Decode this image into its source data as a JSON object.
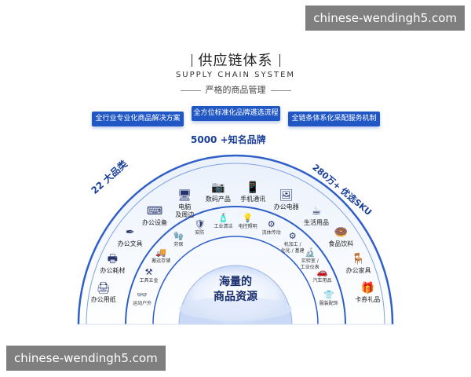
{
  "watermark": {
    "top": "chinese-wendingh5.com",
    "bottom": "chinese-wendingh5.com"
  },
  "header": {
    "title": "供应链体系",
    "title_en": "SUPPLY CHAIN SYSTEM",
    "subtitle": "严格的商品管理"
  },
  "pills": [
    "全行业专业化商品解决方案",
    "全方位标准化品牌遴选流程",
    "全链条体系化采配服务机制"
  ],
  "arc_labels": {
    "brands": "5000 +知名品牌",
    "categories": "22 大品类",
    "sku": "280万+ 优选SKU"
  },
  "outer_items": [
    {
      "label": "办公用纸",
      "icon": "copier-icon",
      "glyph": "🖨"
    },
    {
      "label": "办公耗材",
      "icon": "printer-icon",
      "glyph": "🖶"
    },
    {
      "label": "办公文具",
      "icon": "pen-icon",
      "glyph": "✒"
    },
    {
      "label": "办公设备",
      "icon": "equipment-icon",
      "glyph": "⌨"
    },
    {
      "label": "电脑\n及周边",
      "icon": "computer-icon",
      "glyph": "🖥"
    },
    {
      "label": "数码产品",
      "icon": "camera-icon",
      "glyph": "📷"
    },
    {
      "label": "手机通讯",
      "icon": "phone-icon",
      "glyph": "📱"
    },
    {
      "label": "办公电器",
      "icon": "appliance-icon",
      "glyph": "🖼"
    },
    {
      "label": "生活用品",
      "icon": "cup-icon",
      "glyph": "☕"
    },
    {
      "label": "食品饮料",
      "icon": "food-icon",
      "glyph": "🍩"
    },
    {
      "label": "办公家具",
      "icon": "chair-icon",
      "glyph": "🪑"
    },
    {
      "label": "卡券礼品",
      "icon": "gift-icon",
      "glyph": "🎁"
    }
  ],
  "inner_items": [
    {
      "label": "运动户外",
      "icon": "goggles-icon",
      "glyph": "👓"
    },
    {
      "label": "工具五金",
      "icon": "tools-icon",
      "glyph": "⚒"
    },
    {
      "label": "搬运存储",
      "icon": "truck-icon",
      "glyph": "🚚"
    },
    {
      "label": "劳保",
      "icon": "gloves-icon",
      "glyph": "🧤"
    },
    {
      "label": "安防",
      "icon": "security-icon",
      "glyph": "🛡"
    },
    {
      "label": "工业清洁",
      "icon": "spray-icon",
      "glyph": "🧴"
    },
    {
      "label": "电控照明",
      "icon": "bulb-icon",
      "glyph": "💡"
    },
    {
      "label": "流体传动",
      "icon": "gears-icon",
      "glyph": "⚙"
    },
    {
      "label": "机加工 /\n化化 / 基建",
      "icon": "machining-icon",
      "glyph": "⚙"
    },
    {
      "label": "实验室 /\n工业仪表",
      "icon": "microscope-icon",
      "glyph": "🔬"
    },
    {
      "label": "汽车用品",
      "icon": "car-icon",
      "glyph": "🚗"
    },
    {
      "label": "服装配饰",
      "icon": "shirt-icon",
      "glyph": "👕"
    }
  ],
  "core": {
    "line1": "海量的",
    "line2": "商品资源"
  },
  "colors": {
    "primary": "#2057c4",
    "dark": "#1a3f9a",
    "text": "#24336b"
  }
}
